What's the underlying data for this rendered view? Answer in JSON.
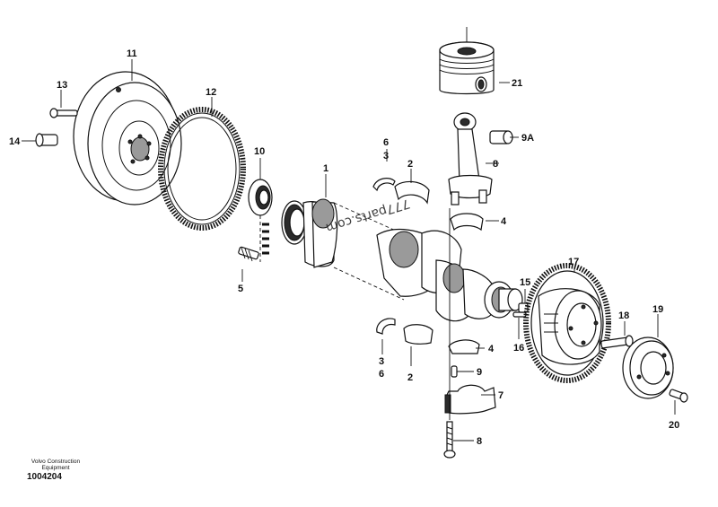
{
  "callouts": {
    "c1": "1",
    "c2a": "2",
    "c2b": "2",
    "c3a": "3",
    "c3b": "3",
    "c4a": "4",
    "c4b": "4",
    "c5": "5",
    "c6a": "6",
    "c6b": "6",
    "c7": "7",
    "c8a": "8",
    "c8b": "8",
    "c9": "9",
    "c9a": "9A",
    "c10": "10",
    "c11": "11",
    "c12": "12",
    "c13": "13",
    "c14": "14",
    "c15": "15",
    "c16": "16",
    "c17": "17",
    "c18": "18",
    "c19": "19",
    "c20": "20",
    "c21": "21"
  },
  "watermark": "777parts.com",
  "footer": {
    "company_line1": "Volvo Construction",
    "company_line2": "Equipment",
    "drawing_id": "1004204"
  }
}
